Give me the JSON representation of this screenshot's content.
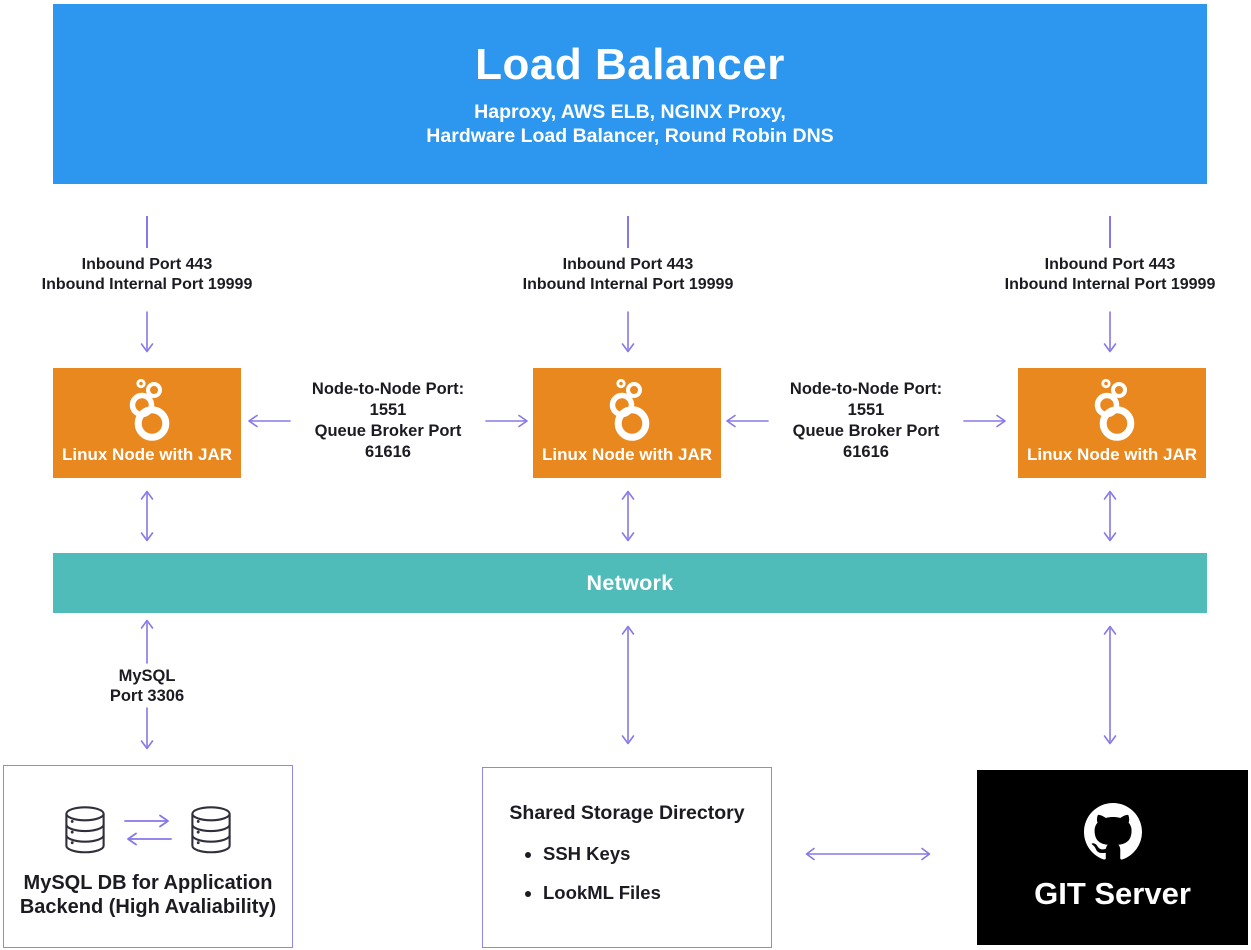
{
  "colors": {
    "load_balancer_blue": "#2d96ee",
    "node_orange": "#e8881e",
    "network_teal": "#50bcba",
    "arrow_purple": "#8678e8",
    "box_border_purple": "#9187eb",
    "git_server_black": "#000000",
    "label_text": "#1b1b22"
  },
  "load_balancer": {
    "title": "Load Balancer",
    "subtitle_line1": "Haproxy, AWS ELB, NGINX Proxy,",
    "subtitle_line2": "Hardware Load Balancer, Round Robin DNS"
  },
  "inbound_link": {
    "line1": "Inbound Port 443",
    "line2": "Inbound Internal Port 19999"
  },
  "node": {
    "label": "Linux Node with JAR",
    "icon": "cluster-icon"
  },
  "node_link": {
    "line1": "Node-to-Node Port: 1551",
    "line2": "Queue Broker Port 61616"
  },
  "network": {
    "label": "Network"
  },
  "mysql_link": {
    "line1": "MySQL",
    "line2": "Port 3306"
  },
  "mysql_box": {
    "line1": "MySQL DB for Application",
    "line2": "Backend (High Avaliability)",
    "icon": "database-icon"
  },
  "storage_box": {
    "title": "Shared Storage Directory",
    "items": [
      "SSH Keys",
      "LookML Files"
    ]
  },
  "git_box": {
    "label": "GIT Server",
    "icon": "github-icon"
  }
}
